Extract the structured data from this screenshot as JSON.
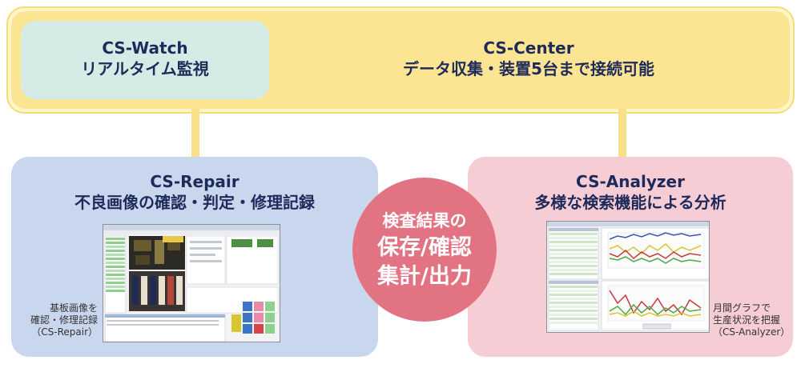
{
  "center": {
    "watch_title": "CS-Watch",
    "watch_subtitle": "リアルタイム監視",
    "center_title": "CS-Center",
    "center_subtitle": "データ収集・装置5台まで接続可能"
  },
  "repair": {
    "title": "CS-Repair",
    "subtitle": "不良画像の確認・判定・修理記録",
    "caption_lines": [
      "基板画像を",
      "確認・修理記録",
      "（CS-Repair）"
    ]
  },
  "analyzer": {
    "title": "CS-Analyzer",
    "subtitle": "多様な検索機能による分析",
    "caption_lines": [
      "月間グラフで",
      "生産状況を把握",
      "（CS-Analyzer）"
    ]
  },
  "hub": {
    "lines": [
      "検査結果の",
      "保存/確認",
      "集計/出力"
    ]
  },
  "colors": {
    "center_fill": "#fbe592",
    "watch_fill": "#d6ebe6",
    "repair_fill": "#c9d7ee",
    "analyzer_fill": "#f6cdd5",
    "hub_fill": "#e27383",
    "title_text": "#1e2a5a"
  }
}
